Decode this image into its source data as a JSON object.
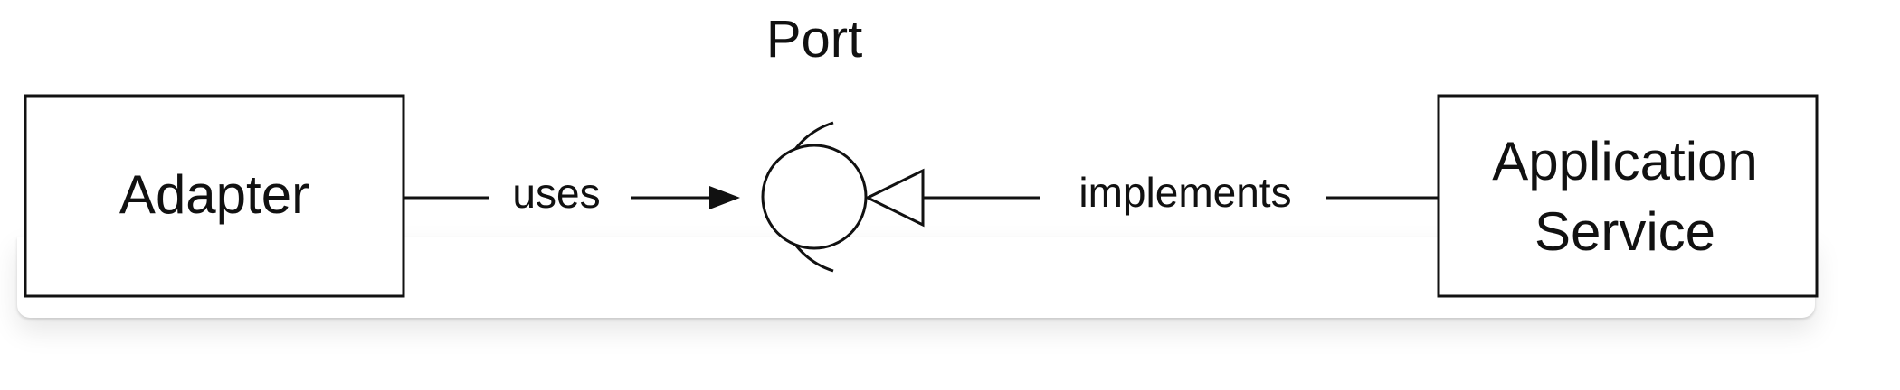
{
  "diagram": {
    "port_label": "Port",
    "adapter_label": "Adapter",
    "service_label_line1": "Application",
    "service_label_line2": "Service",
    "uses_label": "uses",
    "implements_label": "implements"
  },
  "colors": {
    "stroke": "#111111",
    "background": "#ffffff"
  }
}
